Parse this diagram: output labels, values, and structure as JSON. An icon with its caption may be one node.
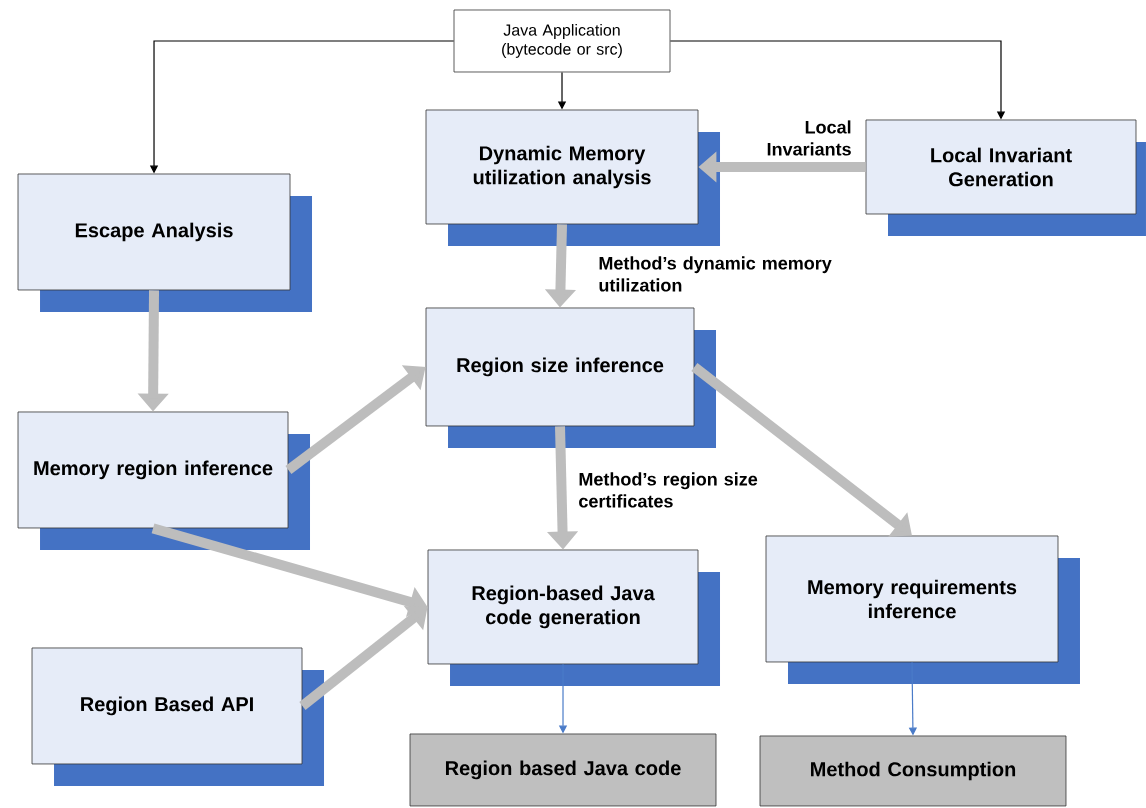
{
  "diagram": {
    "nodes": [
      {
        "text": [
          "Java Application (bytecode or src)"
        ]
      },
      {
        "text": [
          "Dynamic Memory utilization analysis"
        ]
      },
      {
        "text": [
          "Local Invariant Generation"
        ]
      },
      {
        "text": [
          "Escape Analysis"
        ]
      },
      {
        "text": [
          "Region size inference"
        ]
      },
      {
        "text": [
          "Memory region inference"
        ]
      },
      {
        "text": [
          "Region-based Java code generation"
        ]
      },
      {
        "text": [
          "Memory requirements inference"
        ]
      },
      {
        "text": [
          "Region Based API"
        ]
      },
      {
        "text": [
          "Region based Java code"
        ]
      },
      {
        "text": [
          "Method Consumption"
        ]
      }
    ],
    "edges": [
      {
        "from": 0,
        "to": 3,
        "arrow": "to",
        "color": "#000000"
      },
      {
        "from": 0,
        "to": 1,
        "arrow": "to",
        "color": "#000000"
      },
      {
        "from": 0,
        "to": 2,
        "arrow": "to",
        "color": "#000000"
      },
      {
        "from": 2,
        "to": 1,
        "arrow": "to",
        "label": "Local Invariants"
      },
      {
        "from": 1,
        "to": 4,
        "arrow": "to",
        "label": "Method’s dynamic memory utilization"
      },
      {
        "from": 3,
        "to": 5,
        "arrow": "to"
      },
      {
        "from": 5,
        "to": 4,
        "arrow": "to"
      },
      {
        "from": 5,
        "to": 6,
        "arrow": "to"
      },
      {
        "from": 8,
        "to": 6,
        "arrow": "to"
      },
      {
        "from": 4,
        "to": 6,
        "arrow": "to",
        "label": "Method’s region size certificates"
      },
      {
        "from": 4,
        "to": 7,
        "arrow": "to"
      },
      {
        "from": 6,
        "to": 9,
        "arrow": "to",
        "color": "#4a7bc8"
      },
      {
        "from": 7,
        "to": 10,
        "arrow": "to",
        "color": "#4a7bc8"
      }
    ]
  }
}
